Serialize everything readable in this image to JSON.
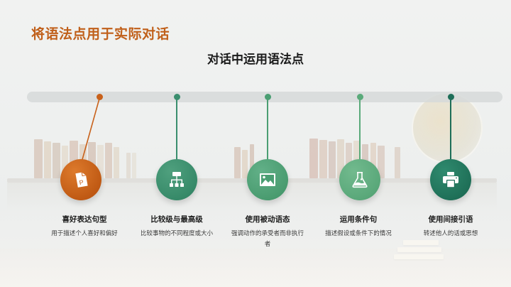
{
  "slide": {
    "title": "将语法点用于实际对话",
    "section_title": "对话中运用语法点",
    "colors": {
      "title": "#c0601a",
      "timeline_bar": "#d6d9d9"
    }
  },
  "timeline": {
    "items": [
      {
        "title": "喜好表达句型",
        "description": "用于描述个人喜好和偏好",
        "icon": "powerpoint-file-icon",
        "color": "#c8611a"
      },
      {
        "title": "比较级与最高级",
        "description": "比较事物的不同程度或大小",
        "icon": "hierarchy-icon",
        "color": "#3a8e6e"
      },
      {
        "title": "使用被动语态",
        "description": "强调动作的承受者而非执行者",
        "icon": "image-icon",
        "color": "#4a9e72"
      },
      {
        "title": "运用条件句",
        "description": "描述假设或条件下的情况",
        "icon": "flask-icon",
        "color": "#5aaa7a"
      },
      {
        "title": "使用间接引语",
        "description": "转述他人的话或思想",
        "icon": "printer-icon",
        "color": "#1e6e58"
      }
    ]
  }
}
